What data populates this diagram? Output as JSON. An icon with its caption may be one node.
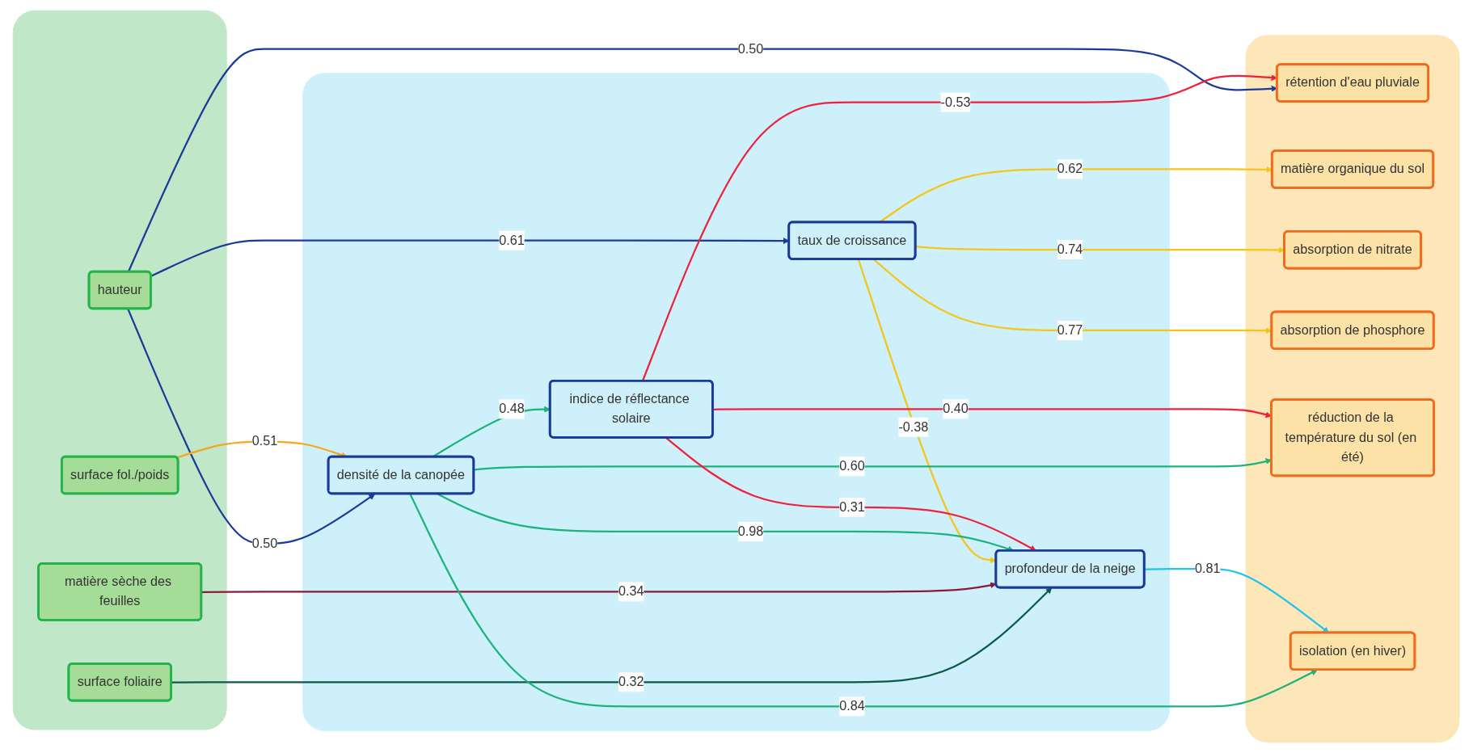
{
  "diagram": {
    "nodes": [
      {
        "text": [],
        "shape": "box"
      },
      {
        "text": [
          "hauteur"
        ],
        "in": 0
      },
      {
        "text": [
          "surface fol./poids"
        ],
        "in": 0
      },
      {
        "text": [
          "surface foliaire"
        ],
        "in": 0
      },
      {
        "text": [
          "matière sèche des feuilles"
        ],
        "in": 0
      },
      {
        "text": [],
        "shape": "box"
      },
      {
        "text": [
          "taux de croissance"
        ],
        "in": 5
      },
      {
        "text": [
          "densité de la canopée"
        ],
        "in": 5
      },
      {
        "text": [
          "profondeur de la neige"
        ],
        "in": 5
      },
      {
        "text": [
          "indice de réflectance solaire"
        ],
        "in": 5
      },
      {
        "text": [],
        "shape": "box"
      },
      {
        "text": [
          "rétention d'eau pluviale"
        ],
        "in": 10
      },
      {
        "text": [
          "matière organique du sol"
        ],
        "in": 10
      },
      {
        "text": [
          "absorption de nitrate"
        ],
        "in": 10
      },
      {
        "text": [
          "absorption de phosphore"
        ],
        "in": 10
      },
      {
        "text": [
          "réduction de la température du sol (en été)"
        ],
        "in": 10
      },
      {
        "text": [
          "isolation (en hiver)"
        ],
        "in": 10
      }
    ],
    "edges": [
      {
        "from": 1,
        "to": 11,
        "arrow": "to",
        "label": "0.50",
        "color": "#1a3a9a"
      },
      {
        "from": 1,
        "to": 6,
        "arrow": "to",
        "label": "0.61",
        "color": "#1a3a9a"
      },
      {
        "from": 1,
        "to": 7,
        "arrow": "to",
        "label": "0.50",
        "color": "#1a3a9a"
      },
      {
        "from": 2,
        "to": 7,
        "arrow": "to",
        "label": "0.51",
        "color": "#f5a623"
      },
      {
        "from": 3,
        "to": 8,
        "arrow": "to",
        "label": "0.32",
        "color": "#0b5a45"
      },
      {
        "from": 4,
        "to": 8,
        "arrow": "to",
        "label": "0.34",
        "color": "#8b1a3a"
      },
      {
        "from": 6,
        "to": 12,
        "arrow": "to",
        "label": "0.62",
        "color": "#f5c518"
      },
      {
        "from": 6,
        "to": 13,
        "arrow": "to",
        "label": "0.74",
        "color": "#f5c518"
      },
      {
        "from": 6,
        "to": 14,
        "arrow": "to",
        "label": "0.77",
        "color": "#f5c518"
      },
      {
        "from": 6,
        "to": 8,
        "arrow": "to",
        "label": "-0.38",
        "color": "#f5c518"
      },
      {
        "from": 7,
        "to": 8,
        "arrow": "to",
        "label": "0.98",
        "color": "#1db37a"
      },
      {
        "from": 7,
        "to": 9,
        "arrow": "to",
        "label": "0.48",
        "color": "#1db37a"
      },
      {
        "from": 7,
        "to": 15,
        "arrow": "to",
        "label": "0.60",
        "color": "#1db37a"
      },
      {
        "from": 7,
        "to": 16,
        "arrow": "to",
        "label": "0.84",
        "color": "#1db37a"
      },
      {
        "from": 8,
        "to": 16,
        "arrow": "to",
        "label": "0.81",
        "color": "#1ec3f0"
      },
      {
        "from": 9,
        "to": 8,
        "arrow": "to",
        "label": "0.31",
        "color": "#f0203a"
      },
      {
        "from": 9,
        "to": 15,
        "arrow": "to",
        "label": "0.40",
        "color": "#f0203a"
      },
      {
        "from": 9,
        "to": 11,
        "arrow": "to",
        "label": "-0.53",
        "color": "#f0203a"
      }
    ]
  }
}
